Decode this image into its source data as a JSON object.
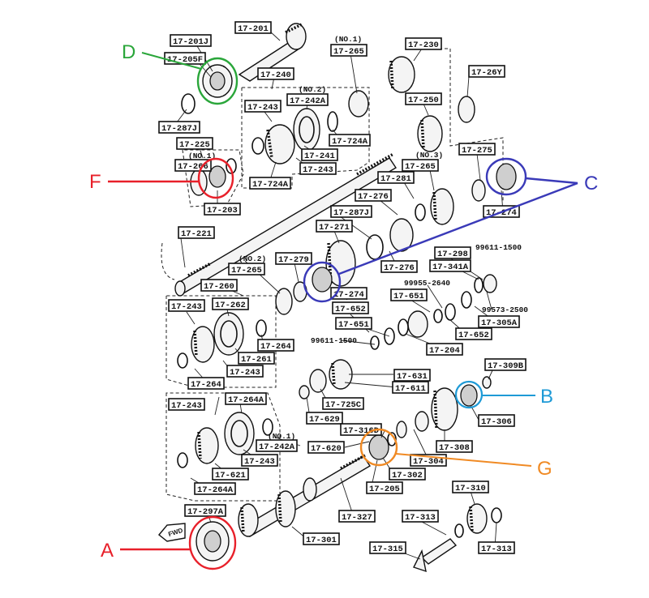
{
  "diagram": {
    "part_labels": [
      {
        "id": "p1",
        "text": "17-201",
        "box": true
      },
      {
        "id": "p2",
        "text": "17-201J",
        "box": true
      },
      {
        "id": "p3",
        "text": "17-205F",
        "box": true
      },
      {
        "id": "p4",
        "text": "(NO.1)",
        "box": false
      },
      {
        "id": "p5",
        "text": "17-265",
        "box": true
      },
      {
        "id": "p6",
        "text": "17-230",
        "box": true
      },
      {
        "id": "p7",
        "text": "17-26Y",
        "box": true
      },
      {
        "id": "p8",
        "text": "17-240",
        "box": true
      },
      {
        "id": "p9",
        "text": "(NO.2)",
        "box": false
      },
      {
        "id": "p10",
        "text": "17-242A",
        "box": true
      },
      {
        "id": "p11",
        "text": "17-243",
        "box": true
      },
      {
        "id": "p12",
        "text": "17-250",
        "box": true
      },
      {
        "id": "p13",
        "text": "17-287J",
        "box": true
      },
      {
        "id": "p14",
        "text": "17-724A",
        "box": true
      },
      {
        "id": "p15",
        "text": "17-241",
        "box": true
      },
      {
        "id": "p16",
        "text": "17-243",
        "box": true
      },
      {
        "id": "p17",
        "text": "17-724A",
        "box": true
      },
      {
        "id": "p18",
        "text": "17-225",
        "box": true
      },
      {
        "id": "p19",
        "text": "(NO.1)",
        "box": false
      },
      {
        "id": "p20",
        "text": "17-266",
        "box": true
      },
      {
        "id": "p21",
        "text": "17-203",
        "box": true
      },
      {
        "id": "p22",
        "text": "17-275",
        "box": true
      },
      {
        "id": "p23",
        "text": "(NO.3)",
        "box": false
      },
      {
        "id": "p24",
        "text": "17-265",
        "box": true
      },
      {
        "id": "p25",
        "text": "17-281",
        "box": true
      },
      {
        "id": "p26",
        "text": "17-274",
        "box": true
      },
      {
        "id": "p27",
        "text": "17-276",
        "box": true
      },
      {
        "id": "p28",
        "text": "17-287J",
        "box": true
      },
      {
        "id": "p29",
        "text": "17-271",
        "box": true
      },
      {
        "id": "p30",
        "text": "17-221",
        "box": true
      },
      {
        "id": "p31",
        "text": "(NO.2)",
        "box": false
      },
      {
        "id": "p32",
        "text": "17-265",
        "box": true
      },
      {
        "id": "p33",
        "text": "17-279",
        "box": true
      },
      {
        "id": "p34",
        "text": "17-276",
        "box": true
      },
      {
        "id": "p35",
        "text": "17-298",
        "box": true
      },
      {
        "id": "p36",
        "text": "99611-1500",
        "box": false
      },
      {
        "id": "p37",
        "text": "17-341A",
        "box": true
      },
      {
        "id": "p38",
        "text": "17-260",
        "box": true
      },
      {
        "id": "p39",
        "text": "17-274",
        "box": true
      },
      {
        "id": "p40",
        "text": "99955-2640",
        "box": false
      },
      {
        "id": "p41",
        "text": "17-651",
        "box": true
      },
      {
        "id": "p42",
        "text": "99573-2500",
        "box": false
      },
      {
        "id": "p43",
        "text": "17-243",
        "box": true
      },
      {
        "id": "p44",
        "text": "17-262",
        "box": true
      },
      {
        "id": "p45",
        "text": "17-652",
        "box": true
      },
      {
        "id": "p46",
        "text": "17-305A",
        "box": true
      },
      {
        "id": "p47",
        "text": "17-651",
        "box": true
      },
      {
        "id": "p48",
        "text": "17-652",
        "box": true
      },
      {
        "id": "p49",
        "text": "17-264",
        "box": true
      },
      {
        "id": "p50",
        "text": "99611-1500",
        "box": false
      },
      {
        "id": "p51",
        "text": "17-204",
        "box": true
      },
      {
        "id": "p52",
        "text": "17-261",
        "box": true
      },
      {
        "id": "p53",
        "text": "17-243",
        "box": true
      },
      {
        "id": "p54",
        "text": "17-264",
        "box": true
      },
      {
        "id": "p55",
        "text": "17-309B",
        "box": true
      },
      {
        "id": "p56",
        "text": "17-631",
        "box": true
      },
      {
        "id": "p57",
        "text": "17-611",
        "box": true
      },
      {
        "id": "p58",
        "text": "17-725C",
        "box": true
      },
      {
        "id": "p59",
        "text": "17-243",
        "box": true
      },
      {
        "id": "p60",
        "text": "17-264A",
        "box": true
      },
      {
        "id": "p61",
        "text": "17-629",
        "box": true
      },
      {
        "id": "p62",
        "text": "17-306",
        "box": true
      },
      {
        "id": "p63",
        "text": "17-316D",
        "box": true
      },
      {
        "id": "p64",
        "text": "(NO.1)",
        "box": false
      },
      {
        "id": "p65",
        "text": "17-242A",
        "box": true
      },
      {
        "id": "p66",
        "text": "17-620",
        "box": true
      },
      {
        "id": "p67",
        "text": "17-308",
        "box": true
      },
      {
        "id": "p68",
        "text": "17-243",
        "box": true
      },
      {
        "id": "p69",
        "text": "17-304",
        "box": true
      },
      {
        "id": "p70",
        "text": "17-621",
        "box": true
      },
      {
        "id": "p71",
        "text": "17-302",
        "box": true
      },
      {
        "id": "p72",
        "text": "17-264A",
        "box": true
      },
      {
        "id": "p73",
        "text": "17-205",
        "box": true
      },
      {
        "id": "p74",
        "text": "17-310",
        "box": true
      },
      {
        "id": "p75",
        "text": "17-297A",
        "box": true
      },
      {
        "id": "p76",
        "text": "17-327",
        "box": true
      },
      {
        "id": "p77",
        "text": "17-313",
        "box": true
      },
      {
        "id": "p78",
        "text": "17-301",
        "box": true
      },
      {
        "id": "p79",
        "text": "17-315",
        "box": true
      },
      {
        "id": "p80",
        "text": "17-313",
        "box": true
      }
    ],
    "callouts": [
      {
        "letter": "A",
        "color": "#e8202a"
      },
      {
        "letter": "B",
        "color": "#1e9ad6"
      },
      {
        "letter": "C",
        "color": "#3a3ab8"
      },
      {
        "letter": "D",
        "color": "#2aa63a"
      },
      {
        "letter": "F",
        "color": "#e8202a"
      },
      {
        "letter": "G",
        "color": "#f08a24"
      }
    ],
    "arrow_text": "FWD"
  }
}
